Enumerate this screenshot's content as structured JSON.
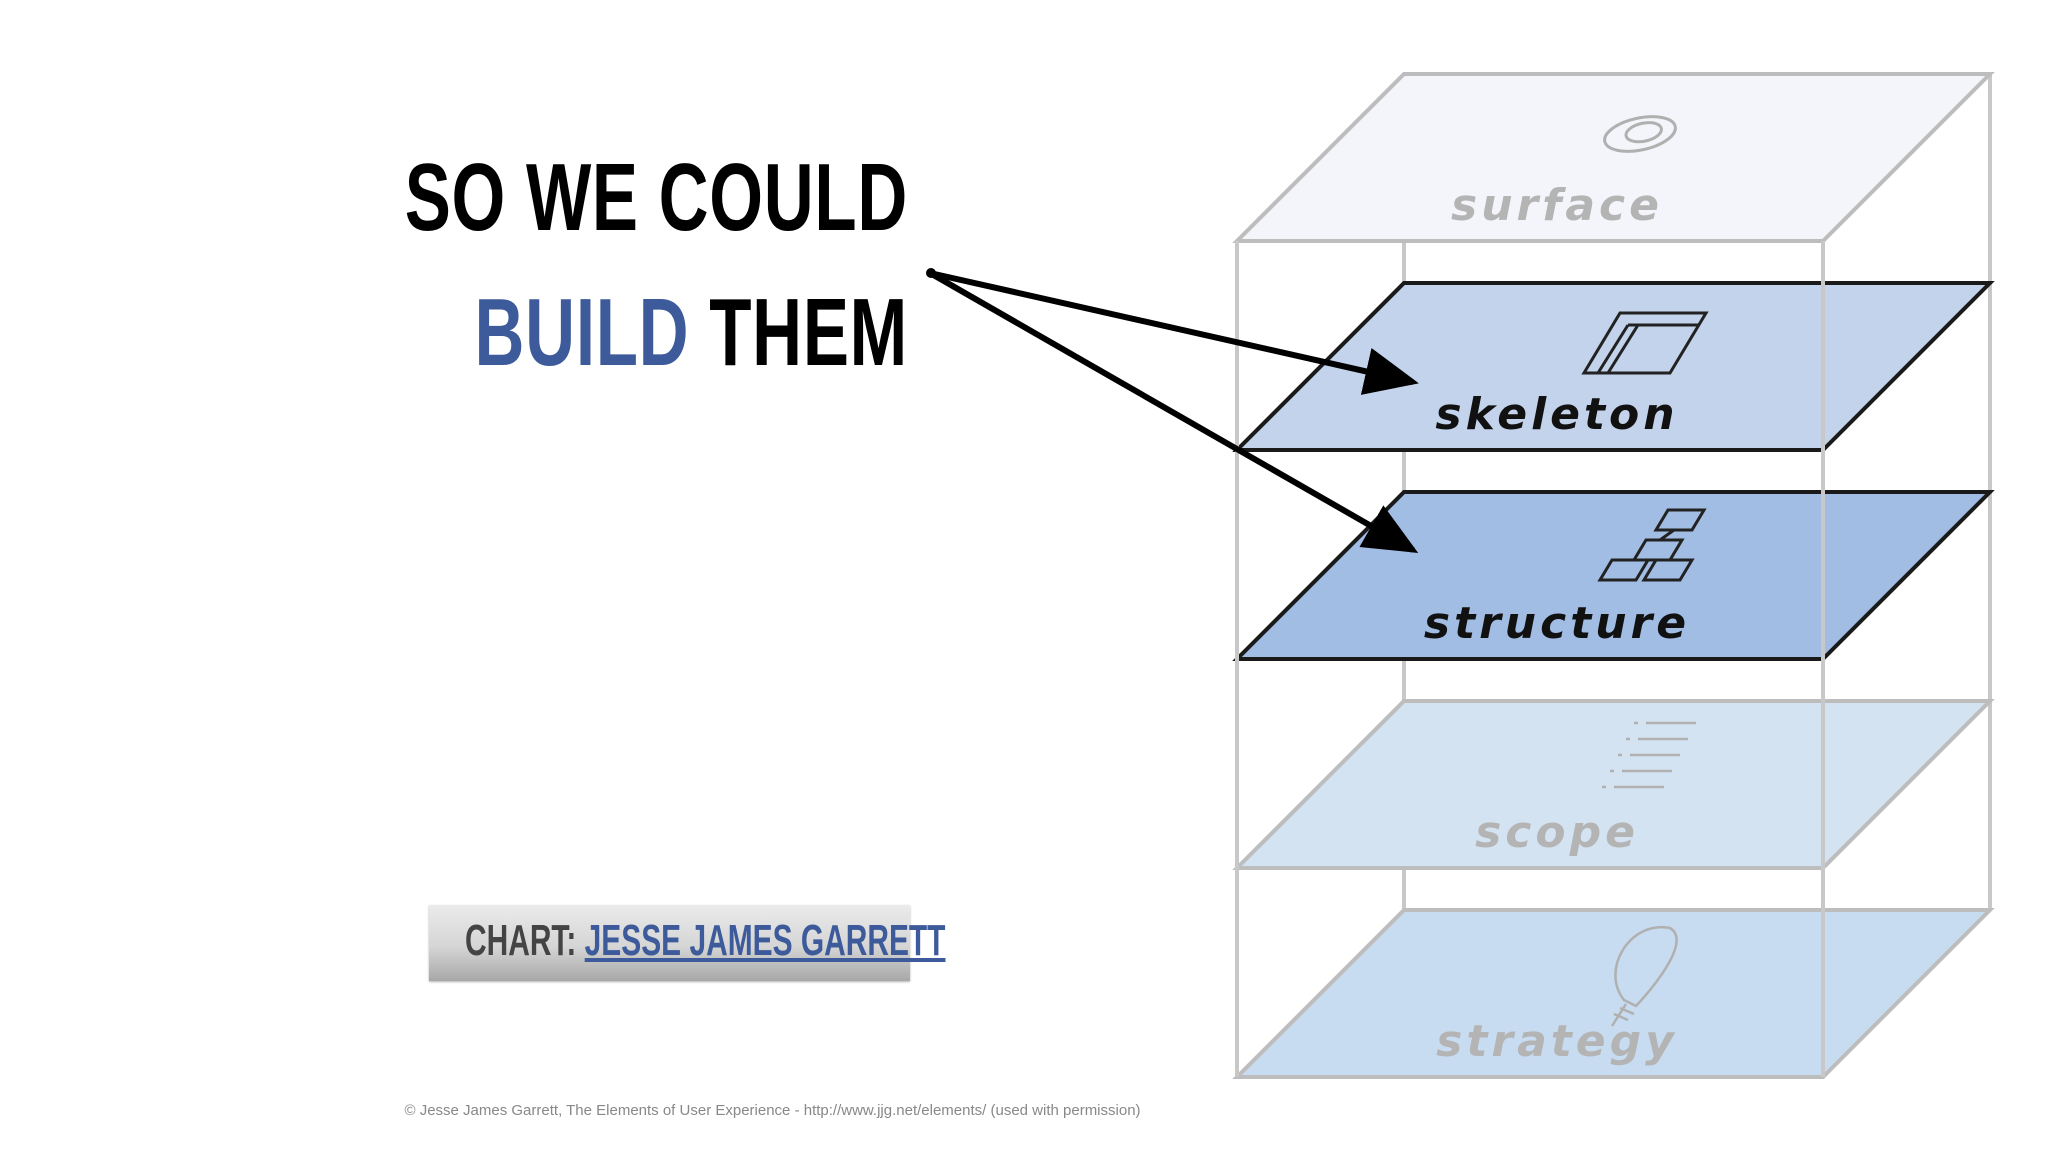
{
  "headline": {
    "line1": "SO WE COULD",
    "line2_accent": "BUILD",
    "line2_rest": " THEM"
  },
  "layers": [
    {
      "id": "surface",
      "label": "surface",
      "highlighted": false,
      "icon": "eye-icon",
      "fill": "#f4f5fb"
    },
    {
      "id": "skeleton",
      "label": "skeleton",
      "highlighted": true,
      "icon": "layout-icon",
      "fill": "#c3d3ec"
    },
    {
      "id": "structure",
      "label": "structure",
      "highlighted": true,
      "icon": "hierarchy-icon",
      "fill": "#a2bde4"
    },
    {
      "id": "scope",
      "label": "scope",
      "highlighted": false,
      "icon": "list-icon",
      "fill": "#d4e3f2"
    },
    {
      "id": "strategy",
      "label": "strategy",
      "highlighted": false,
      "icon": "lightbulb-icon",
      "fill": "#c8dcf1"
    }
  ],
  "credit": {
    "prefix": "CHART: ",
    "link_text": "JESSE JAMES GARRETT"
  },
  "footnote": "© Jesse James Garrett, The Elements of User Experience - http://www.jjg.net/elements/   (used with permission)",
  "colors": {
    "accent": "#3d5a9a",
    "highlight_stroke": "#1a1a1a",
    "faded_stroke": "#bdbdbd",
    "faded_text": "#b4b4b4"
  }
}
